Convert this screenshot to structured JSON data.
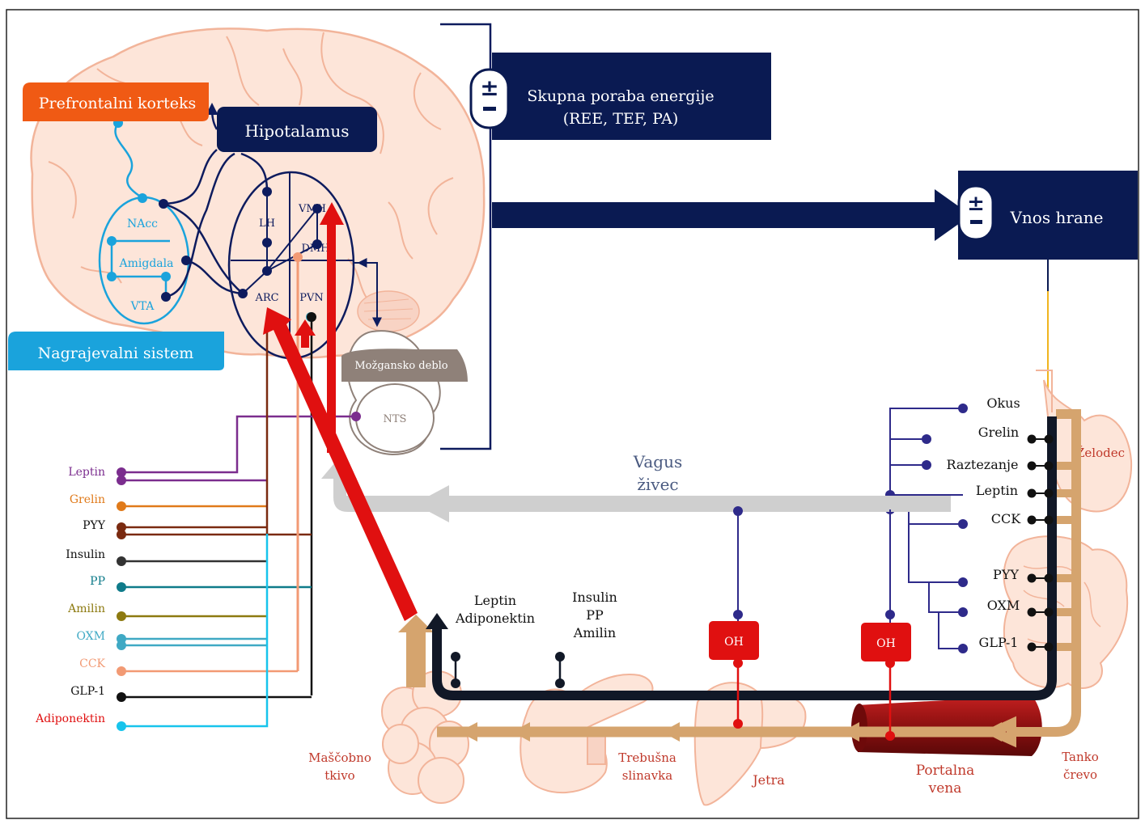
{
  "colors": {
    "navy": "#0d1b5e",
    "dark_navy": "#0a1a52",
    "red": "#e01010",
    "orange_box": "#f05a14",
    "cyan": "#1aa3dc",
    "tan": "#d5a46e",
    "grey_arrow": "#cfcfcf",
    "brain_fill": "#fde5d9",
    "brain_stroke": "#f2b49a",
    "purple_line": "#2e2a8a",
    "brainstem": "#8f8179",
    "vein": "#8c1010"
  },
  "boxes": {
    "prefrontal": "Prefrontalni korteks",
    "hypothalamus": "Hipotalamus",
    "reward": "Nagrajevalni sistem",
    "energy_line1": "Skupna poraba energije",
    "energy_line2": "(REE, TEF, PA)",
    "food_intake": "Vnos hrane",
    "brainstem": "Možgansko deblo",
    "oh": "OH"
  },
  "pm_symbol": "±",
  "reward_nuclei": {
    "nacc": "NAcc",
    "amygdala": "Amigdala",
    "vta": "VTA"
  },
  "hypo_nuclei": {
    "lh": "LH",
    "vmh": "VMH",
    "dmh": "DMH",
    "arc": "ARC",
    "pvn": "PVN",
    "nts": "NTS"
  },
  "hormones_left": [
    {
      "label": "Leptin",
      "color": "#7b2d8e"
    },
    {
      "label": "Grelin",
      "color": "#e07a1a"
    },
    {
      "label": "PYY",
      "color": "#7a2a10"
    },
    {
      "label": "Insulin",
      "color": "#333333"
    },
    {
      "label": "PP",
      "color": "#0f7b8a"
    },
    {
      "label": "Amilin",
      "color": "#8d7a10"
    },
    {
      "label": "OXM",
      "color": "#3fa9c4"
    },
    {
      "label": "CCK",
      "color": "#f29a74"
    },
    {
      "label": "GLP-1",
      "color": "#111111"
    },
    {
      "label": "Adiponektin",
      "color": "#e01010"
    }
  ],
  "hormones_right": [
    "Okus",
    "Grelin",
    "Raztezanje",
    "Leptin",
    "CCK",
    "PYY",
    "OXM",
    "GLP-1"
  ],
  "vagus": {
    "line1": "Vagus",
    "line2": "živec"
  },
  "fat_hormones": {
    "line1": "Leptin",
    "line2": "Adiponektin"
  },
  "pancreas_hormones": {
    "line1": "Insulin",
    "line2": "PP",
    "line3": "Amilin"
  },
  "organs": {
    "stomach": "Želodec",
    "small_intestine_1": "Tanko",
    "small_intestine_2": "črevo",
    "portal_1": "Portalna",
    "portal_2": "vena",
    "liver": "Jetra",
    "pancreas_1": "Trebušna",
    "pancreas_2": "slinavka",
    "fat_1": "Maščobno",
    "fat_2": "tkivo"
  }
}
